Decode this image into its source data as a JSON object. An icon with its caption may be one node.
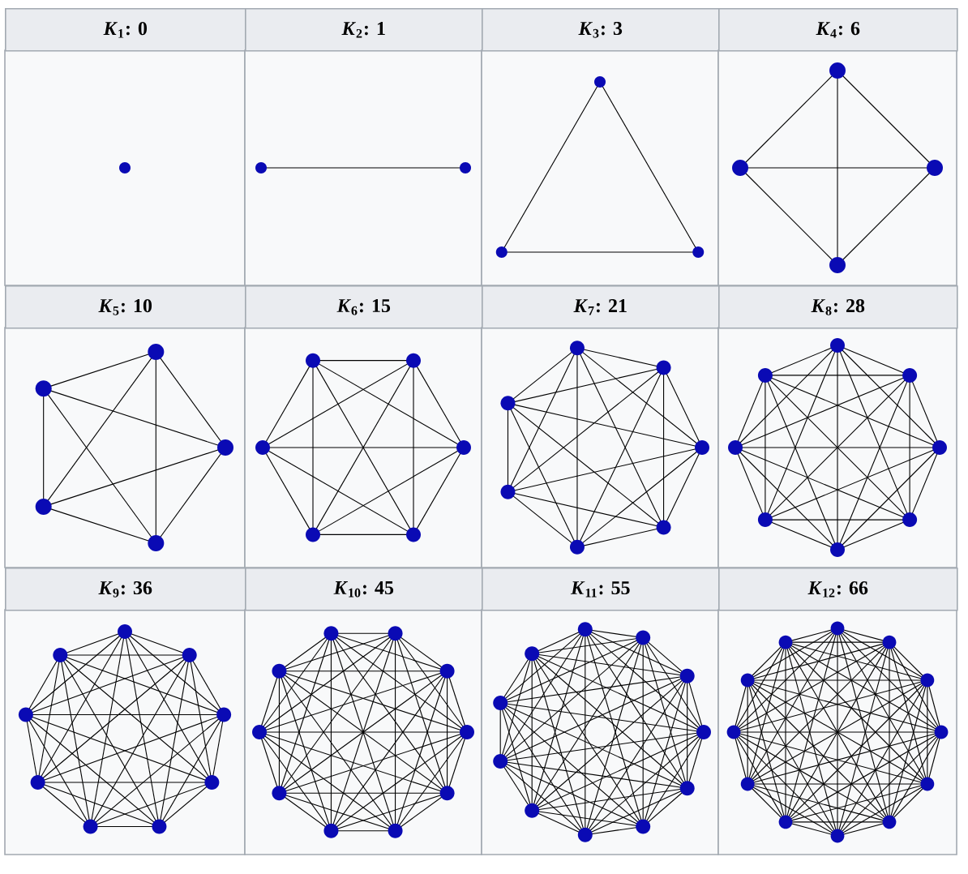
{
  "diagram": {
    "nodes": [
      {
        "text": [
          "*K*$_{1}$: 0"
        ]
      },
      {
        "text": [
          "*K*$_{2}$: 1"
        ]
      },
      {
        "text": [
          "*K*$_{3}$: 3"
        ]
      },
      {
        "text": [
          "*K*$_{4}$: 6"
        ]
      },
      {
        "text": [
          "*K*$_{5}$: 10"
        ]
      },
      {
        "text": [
          "*K*$_{6}$: 15"
        ]
      },
      {
        "text": [
          "*K*$_{7}$: 21"
        ]
      },
      {
        "text": [
          "*K*$_{8}$: 28"
        ]
      },
      {
        "text": [
          "*K*$_{9}$: 36"
        ]
      },
      {
        "text": [
          "*K*$_{10}$: 45"
        ]
      },
      {
        "text": [
          "*K*$_{11}$: 55"
        ]
      },
      {
        "text": [
          "*K*$_{12}$: 66"
        ]
      }
    ]
  }
}
